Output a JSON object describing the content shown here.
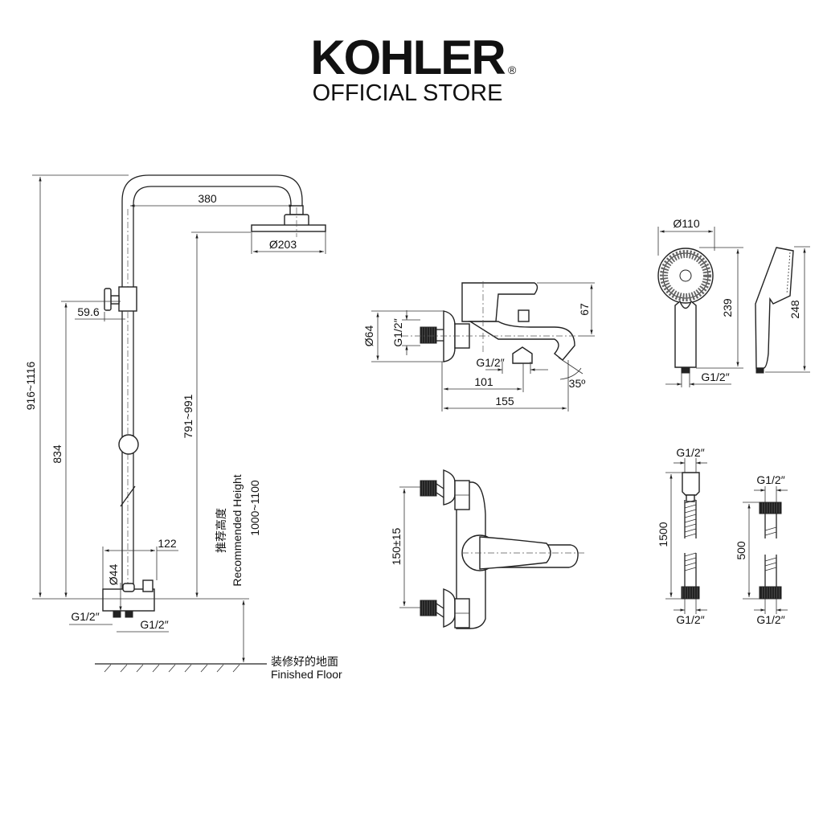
{
  "header": {
    "brand": "KOHLER",
    "registered": "®",
    "subtitle": "OFFICIAL STORE"
  },
  "shower_column": {
    "dim_total_height": "916~1116",
    "dim_arm_reach": "380",
    "dim_head_diameter": "Ø203",
    "dim_head_height": "791~991",
    "dim_holder_height": "834",
    "dim_holder_offset": "59.6",
    "dim_valve_width": "122",
    "dim_valve_diameter": "Ø44",
    "inlet_left": "G1/2″",
    "inlet_right": "G1/2″",
    "recommended_height_cn": "推荐高度",
    "recommended_height_en": "Recommended Height",
    "recommended_height_value": "1000~1100",
    "floor_cn": "装修好的地面",
    "floor_en": "Finished Floor"
  },
  "bath_mixer_side": {
    "dim_flange": "Ø64",
    "dim_inlet": "G1/2″",
    "dim_height": "67",
    "dim_outlet": "G1/2″",
    "dim_101": "101",
    "dim_155": "155",
    "dim_angle": "35º"
  },
  "bath_mixer_front": {
    "dim_centers": "150±15"
  },
  "hand_shower": {
    "dim_diameter": "Ø110",
    "dim_length_front": "239",
    "dim_length_side": "248",
    "dim_connection": "G1/2″"
  },
  "hose_long": {
    "dim_length": "1500",
    "top_connection": "G1/2″",
    "bottom_connection": "G1/2″"
  },
  "hose_short": {
    "dim_length": "500",
    "top_connection": "G1/2″",
    "bottom_connection": "G1/2″"
  }
}
